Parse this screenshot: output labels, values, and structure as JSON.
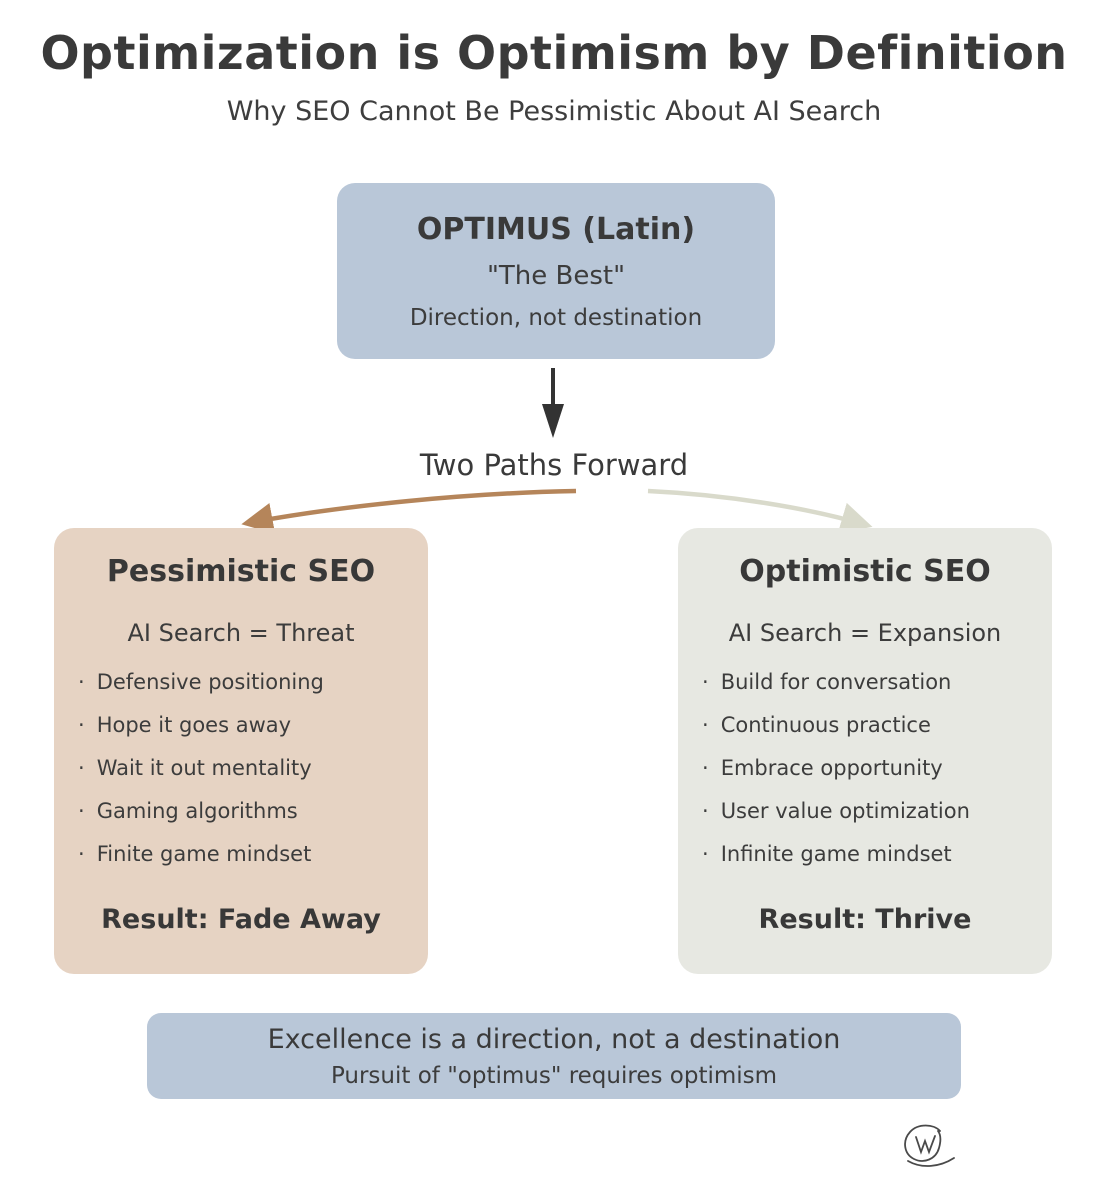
{
  "title": "Optimization is Optimism by Definition",
  "subtitle": "Why SEO Cannot Be Pessimistic About AI Search",
  "optimus_box": {
    "heading": "OPTIMUS (Latin)",
    "line1": "\"The Best\"",
    "line2": "Direction, not destination"
  },
  "paths_label": "Two Paths Forward",
  "pessimistic": {
    "heading": "Pessimistic SEO",
    "equation": "AI Search = Threat",
    "bullets": [
      "Defensive positioning",
      "Hope it goes away",
      "Wait it out mentality",
      "Gaming algorithms",
      "Finite game mindset"
    ],
    "result": "Result: Fade Away"
  },
  "optimistic": {
    "heading": "Optimistic SEO",
    "equation": "AI Search = Expansion",
    "bullets": [
      "Build for conversation",
      "Continuous practice",
      "Embrace opportunity",
      "User value optimization",
      "Infinite game mindset"
    ],
    "result": "Result: Thrive"
  },
  "conclusion": {
    "line1": "Excellence is a direction, not a destination",
    "line2": "Pursuit of \"optimus\" requires optimism"
  },
  "icons": {
    "down_arrow": "down-arrow-icon",
    "left_path_arrow": "curved-arrow-left-icon",
    "right_path_arrow": "curved-arrow-right-icon",
    "signature": "w-circle-signature-icon"
  },
  "colors": {
    "background": "#ffffff",
    "blue_box": "#b9c7d8",
    "tan_box": "#e6d3c3",
    "gray_box": "#e7e8e2",
    "text": "#3c3c3c",
    "brown_arrow": "#b5855a",
    "gray_arrow": "#d9dacb",
    "black_arrow": "#333333"
  }
}
